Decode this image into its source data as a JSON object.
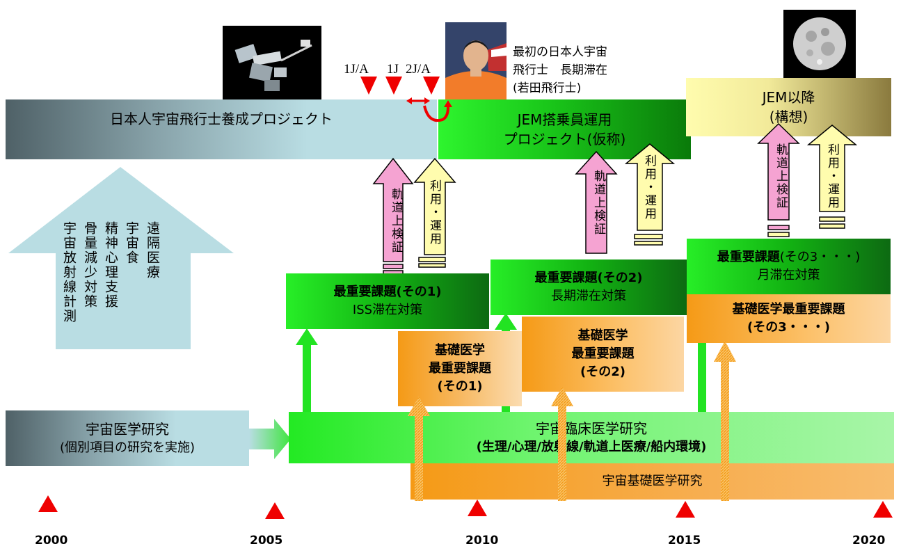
{
  "title_bar": {
    "astronaut_training": "日本人宇宙飛行士養成プロジェクト",
    "jem_crew_line1": "JEM搭乗員運用",
    "jem_crew_line2": "プロジェクト(仮称)",
    "post_jem_line1": "JEM以降",
    "post_jem_line2": "(構想)"
  },
  "missions": {
    "label_1ja": "1J/A",
    "label_1j": "1J",
    "label_2ja": "2J/A"
  },
  "first_stay_note": {
    "line1": "最初の日本人宇宙",
    "line2": "飛行士　長期滞在",
    "line3": "(若田飛行士)"
  },
  "big_arrow_columns": [
    "遠隔医療",
    "宇宙食",
    "精神心理支援",
    "骨量減少対策",
    "宇宙放射線計測"
  ],
  "vertical_arrows": {
    "orbit_verification": "軌道上検証",
    "utilization_operation": "利用・運用",
    "utilization_operation_short": "利用・運用"
  },
  "priority": {
    "p1_title": "最重要課題(その1)",
    "p1_sub": "ISS滞在対策",
    "p2_title": "最重要課題(その2)",
    "p2_sub": "長期滞在対策",
    "p3_title": "最重要課題",
    "p3_title_suffix": "(その3・・・)",
    "p3_sub": "月滞在対策"
  },
  "basic_priority": {
    "b1_line1": "基礎医学",
    "b1_line2": "最重要課題",
    "b1_line3": "(その1)",
    "b2_line1": "基礎医学",
    "b2_line2": "最重要課題",
    "b2_line3": "(その2)",
    "b3_line1": "基礎医学最重要課題",
    "b3_line2": "(その3・・・)"
  },
  "research": {
    "space_medicine_line1": "宇宙医学研究",
    "space_medicine_line2": "(個別項目の研究を実施)",
    "clinical_line1": "宇宙臨床医学研究",
    "clinical_line2": "(生理/心理/放射線/軌道上医療/船内環境)",
    "basic": "宇宙基礎医学研究"
  },
  "timeline": {
    "years": [
      "2000",
      "2005",
      "2010",
      "2015",
      "2020"
    ]
  },
  "colors": {
    "green": "#19c519",
    "orange": "#f59a16",
    "pink": "#f5a3d2",
    "yellow": "#fffcae",
    "red": "#ef0000",
    "gray_blue": "#b9dde3"
  }
}
